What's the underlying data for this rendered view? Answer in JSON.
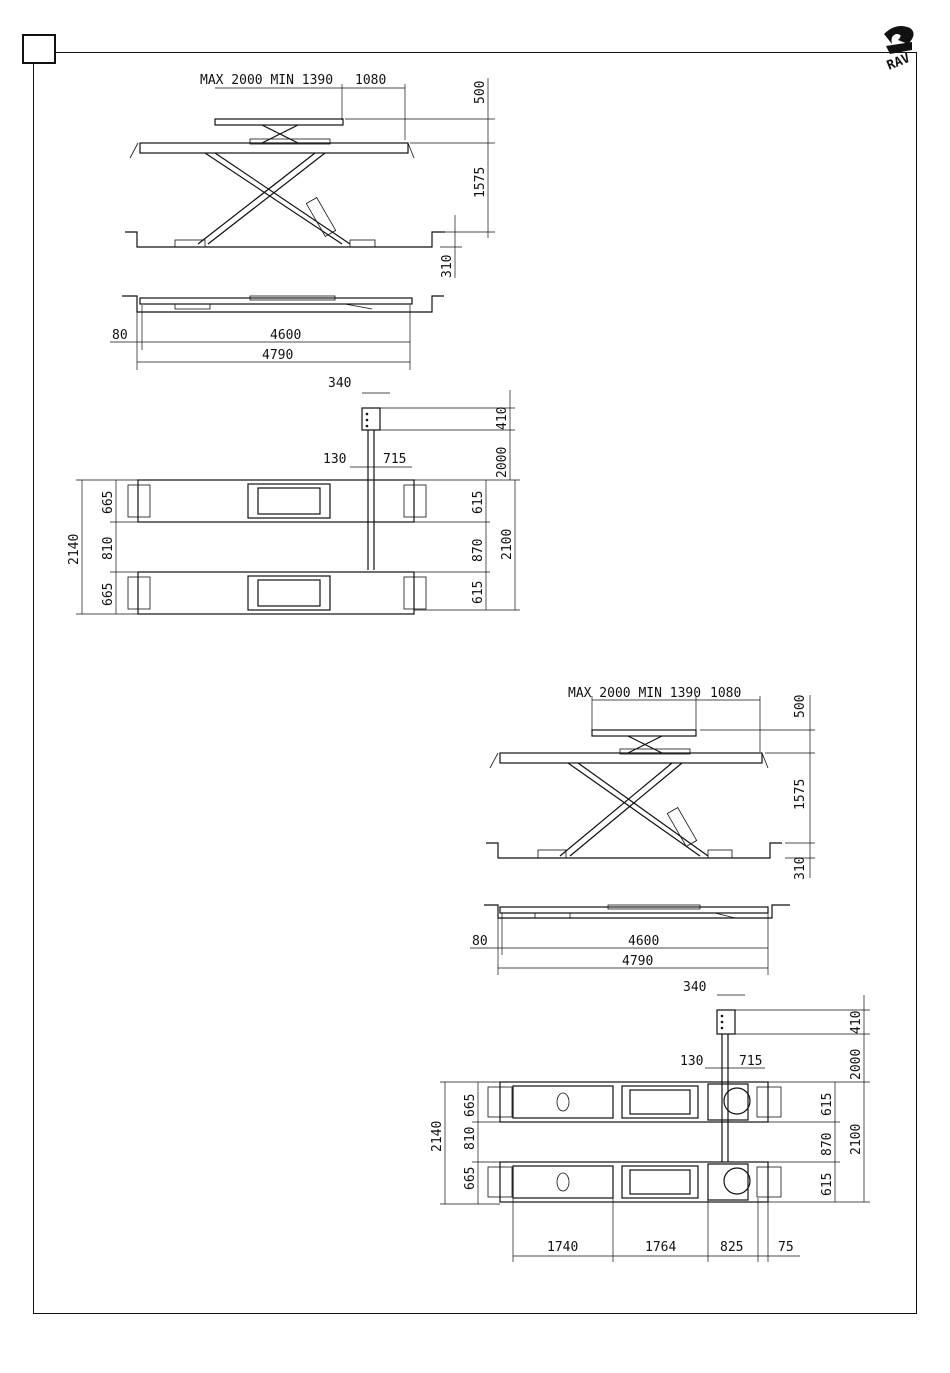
{
  "brand": {
    "logo_text": "RAV"
  },
  "upper": {
    "side": {
      "platform": "MAX 2000 MIN 1390",
      "platform_width": "1080",
      "lift_height": "500",
      "max_height": "1575",
      "pit_depth": "310"
    },
    "length": {
      "offset": "80",
      "inner": "4600",
      "total": "4790"
    },
    "plan": {
      "console_depth": "340",
      "console_w": "410",
      "cable_len": "2000",
      "gap_a": "130",
      "gap_b": "715",
      "outer_width": "2140",
      "track_left": "665",
      "between": "810",
      "track_left_b": "665",
      "track_right": "615",
      "between_right": "870",
      "track_right_b": "615",
      "total_right": "2100"
    }
  },
  "lower": {
    "side": {
      "platform": "MAX 2000 MIN 1390",
      "platform_width": "1080",
      "lift_height": "500",
      "max_height": "1575",
      "pit_depth": "310"
    },
    "length": {
      "offset": "80",
      "inner": "4600",
      "total": "4790"
    },
    "plan": {
      "console_depth": "340",
      "console_w": "410",
      "cable_len": "2000",
      "gap_a": "130",
      "gap_b": "715",
      "outer_width": "2140",
      "track_left": "665",
      "between": "810",
      "track_left_b": "665",
      "track_right": "615",
      "between_right": "870",
      "track_right_b": "615",
      "total_right": "2100"
    },
    "bottom": {
      "seg1": "1740",
      "seg2": "1764",
      "seg3": "825",
      "seg4": "75"
    }
  }
}
